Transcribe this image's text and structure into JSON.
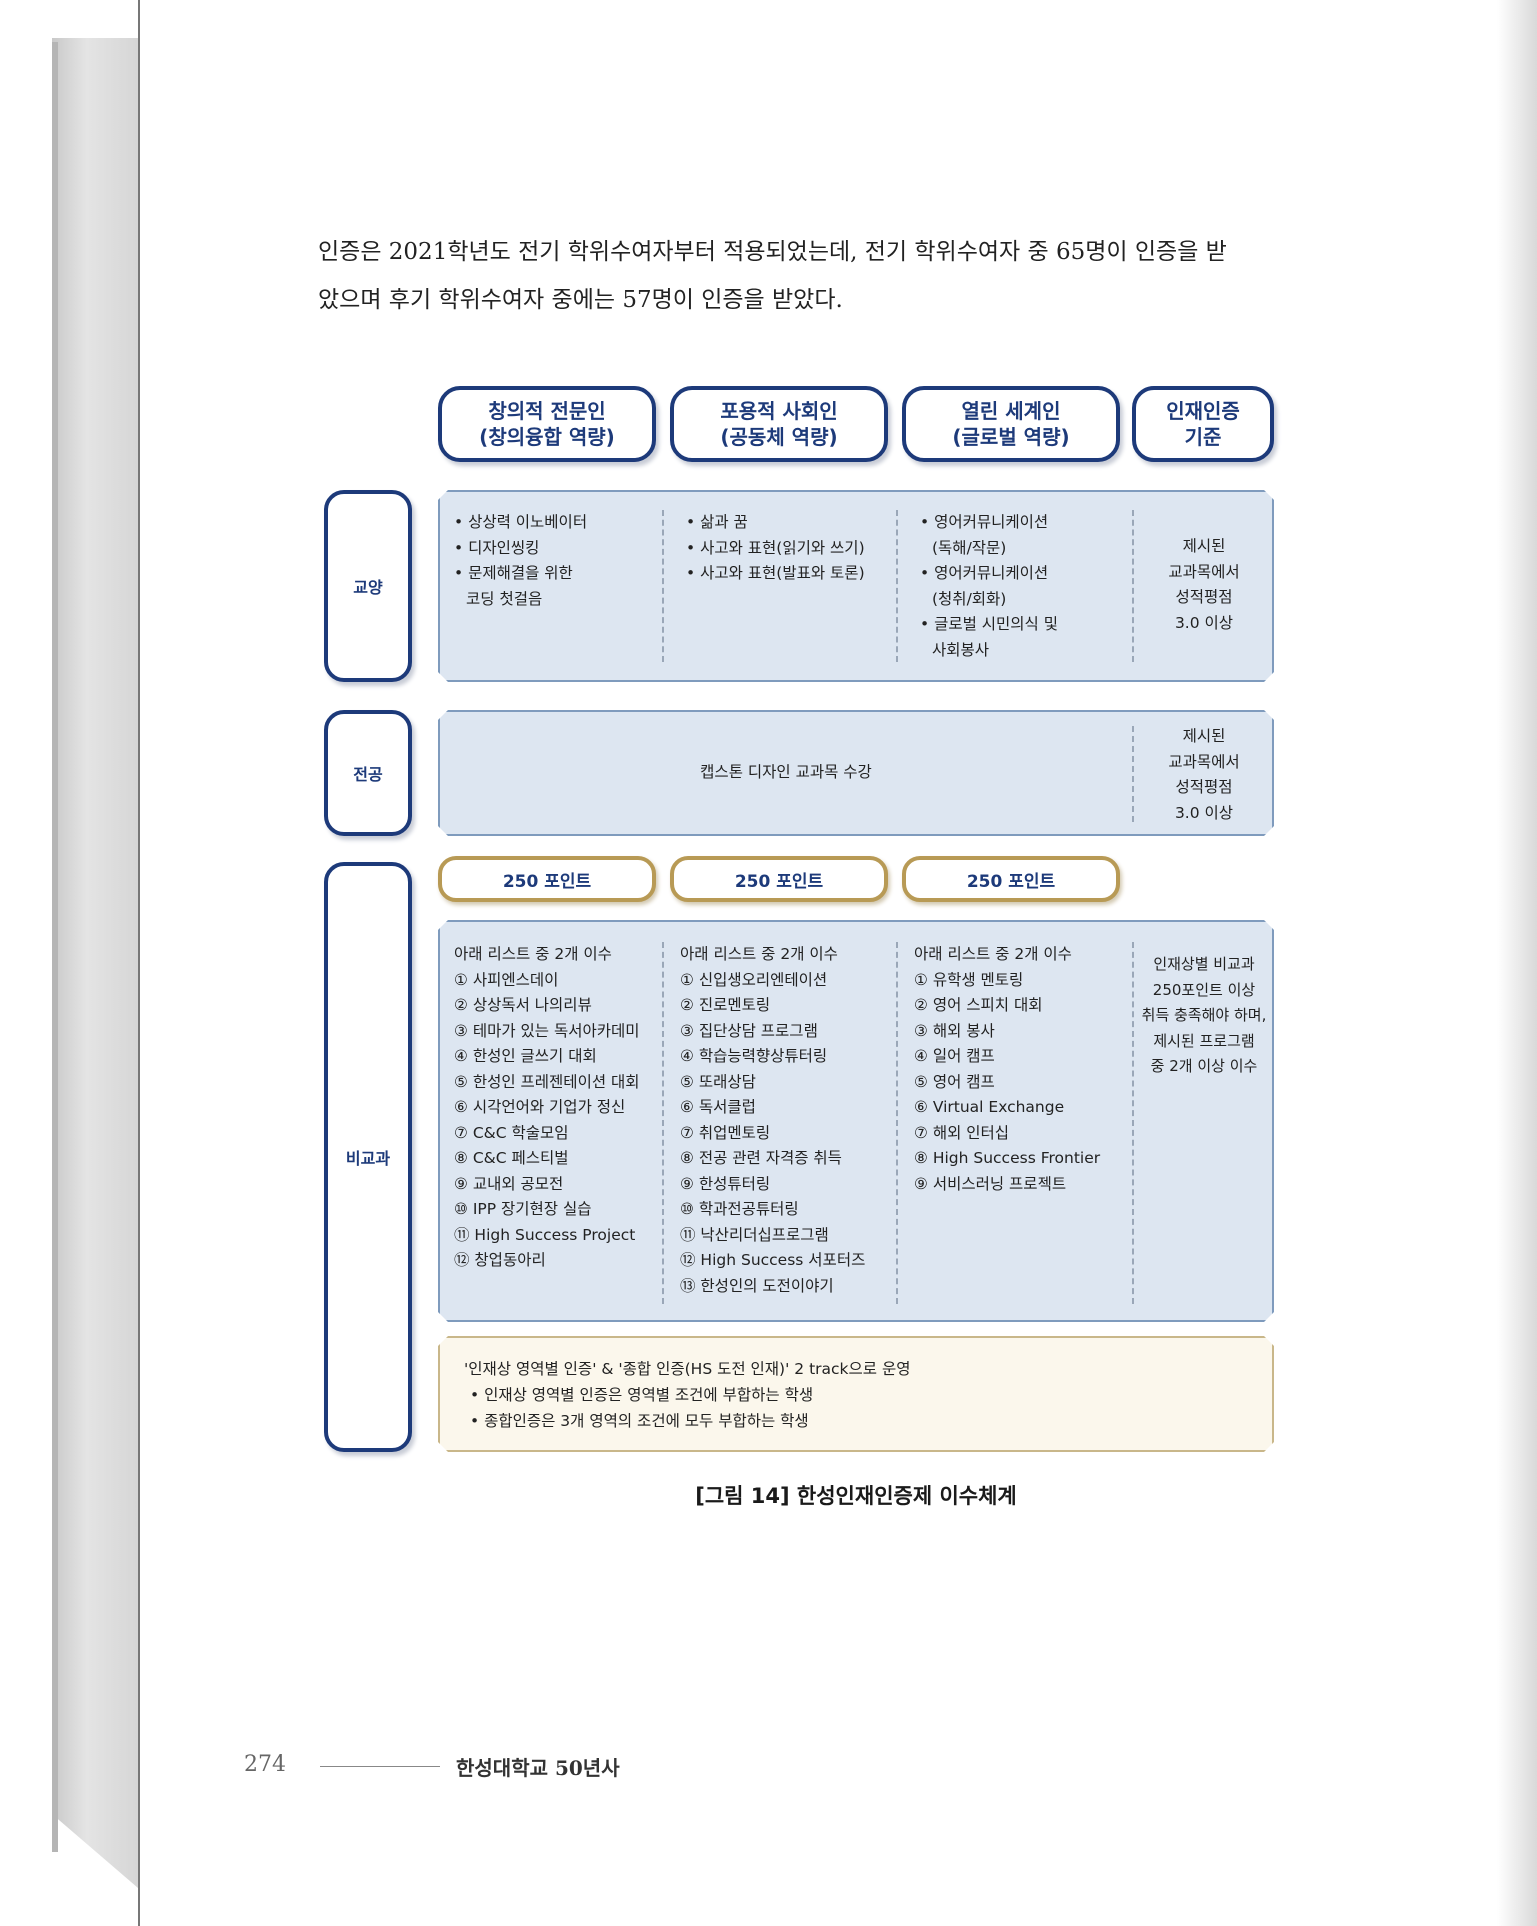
{
  "intro": {
    "line1": "인증은 2021학년도 전기 학위수여자부터 적용되었는데, 전기 학위수여자 중 65명이 인증을 받",
    "line2": "았으며 후기 학위수여자 중에는 57명이 인증을 받았다."
  },
  "headers": [
    {
      "line1": "창의적 전문인",
      "line2": "(창의융합 역량)"
    },
    {
      "line1": "포용적 사회인",
      "line2": "(공동체 역량)"
    },
    {
      "line1": "열린 세계인",
      "line2": "(글로벌 역량)"
    },
    {
      "line1": "인재인증",
      "line2": "기준"
    }
  ],
  "rows": {
    "gyoyang": "교양",
    "jeongong": "전공",
    "bigyogwa": "비교과"
  },
  "gyoyang": {
    "col1": [
      "• 상상력 이노베이터",
      "• 디자인씽킹",
      "• 문제해결을 위한",
      "코딩 첫걸음"
    ],
    "col2": [
      "• 삶과 꿈",
      "• 사고와 표현(읽기와 쓰기)",
      "• 사고와 표현(발표와 토론)"
    ],
    "col3": [
      "• 영어커뮤니케이션",
      "(독해/작문)",
      "• 영어커뮤니케이션",
      "(청취/회화)",
      "• 글로벌 시민의식 및",
      "사회봉사"
    ],
    "criteria": [
      "제시된",
      "교과목에서",
      "성적평점",
      "3.0 이상"
    ]
  },
  "jeongong": {
    "text": "캡스톤 디자인 교과목 수강",
    "criteria": [
      "제시된",
      "교과목에서",
      "성적평점",
      "3.0 이상"
    ]
  },
  "points": [
    "250 포인트",
    "250 포인트",
    "250 포인트"
  ],
  "bigyogwa": {
    "col1": [
      "아래 리스트 중 2개 이수",
      "① 사피엔스데이",
      "② 상상독서 나의리뷰",
      "③ 테마가 있는 독서아카데미",
      "④ 한성인 글쓰기 대회",
      "⑤ 한성인 프레젠테이션 대회",
      "⑥ 시각언어와 기업가 정신",
      "⑦ C&C 학술모임",
      "⑧ C&C 페스티벌",
      "⑨ 교내외 공모전",
      "⑩ IPP 장기현장 실습",
      "⑪ High Success Project",
      "⑫ 창업동아리"
    ],
    "col2": [
      "아래 리스트 중 2개 이수",
      "① 신입생오리엔테이션",
      "② 진로멘토링",
      "③ 집단상담 프로그램",
      "④ 학습능력향상튜터링",
      "⑤ 또래상담",
      "⑥ 독서클럽",
      "⑦ 취업멘토링",
      "⑧ 전공 관련 자격증 취득",
      "⑨ 한성튜터링",
      "⑩ 학과전공튜터링",
      "⑪ 낙산리더십프로그램",
      "⑫ High Success 서포터즈",
      "⑬ 한성인의 도전이야기"
    ],
    "col3": [
      "아래 리스트 중 2개 이수",
      "① 유학생 멘토링",
      "② 영어 스피치 대회",
      "③ 해외 봉사",
      "④ 일어 캠프",
      "⑤ 영어 캠프",
      "⑥ Virtual Exchange",
      "⑦ 해외 인터십",
      "⑧ High Success Frontier",
      "⑨ 서비스러닝 프로젝트"
    ],
    "criteria": [
      "인재상별 비교과",
      "250포인트 이상",
      "취득 충족해야 하며,",
      "제시된 프로그램",
      "중 2개 이상 이수"
    ]
  },
  "note": {
    "line1": "'인재상 영역별 인증' & '종합 인증(HS 도전 인재)' 2 track으로 운영",
    "line2": "• 인재상 영역별 인증은 영역별 조건에 부합하는 학생",
    "line3": "• 종합인증은 3개 영역의 조건에 모두 부합하는 학생"
  },
  "caption": "[그림 14] 한성인재인증제 이수체계",
  "footer": {
    "page_number": "274",
    "book_title": "한성대학교 50년사"
  }
}
